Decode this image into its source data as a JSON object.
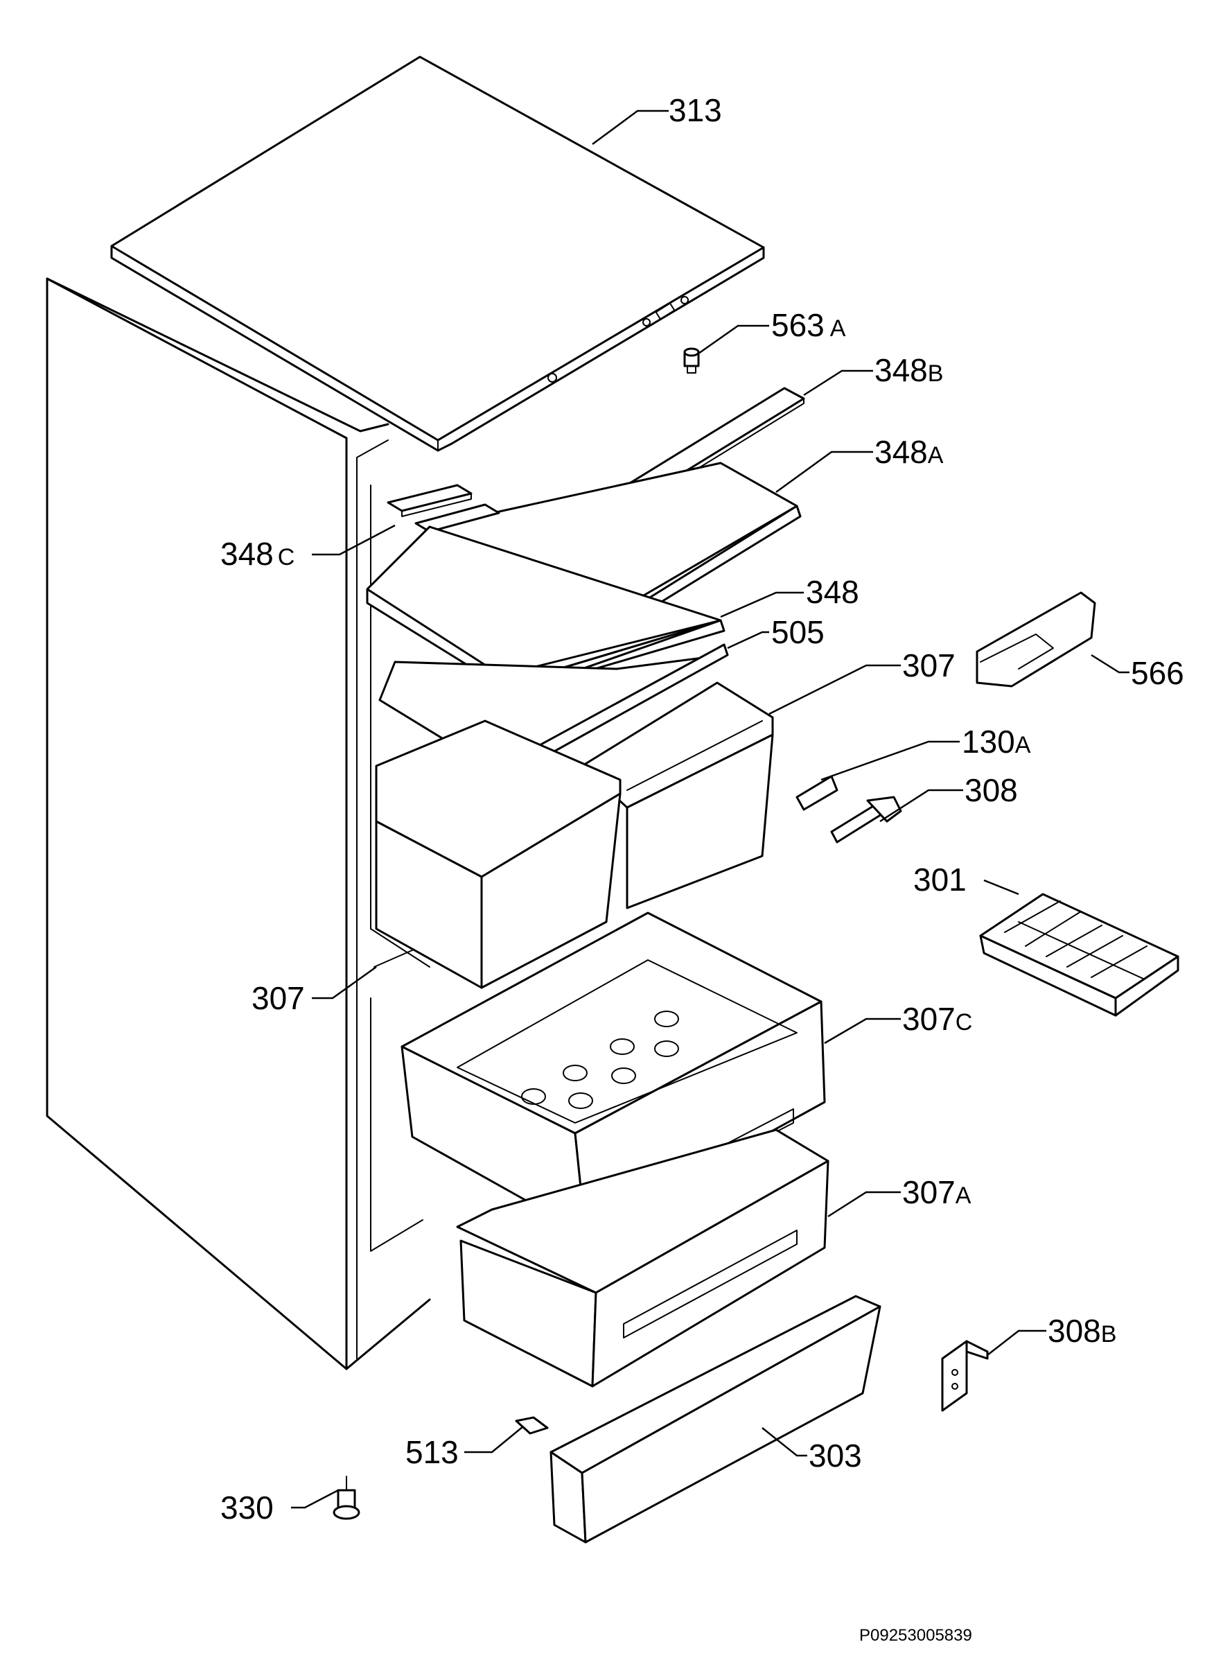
{
  "callouts": [
    {
      "id": "313",
      "num": "313",
      "suffix": ""
    },
    {
      "id": "563A",
      "num": "563",
      "suffix": "A"
    },
    {
      "id": "348B",
      "num": "348",
      "suffix": "B"
    },
    {
      "id": "348A",
      "num": "348",
      "suffix": "A"
    },
    {
      "id": "348C",
      "num": "348",
      "suffix": "C"
    },
    {
      "id": "348",
      "num": "348",
      "suffix": ""
    },
    {
      "id": "505",
      "num": "505",
      "suffix": ""
    },
    {
      "id": "566",
      "num": "566",
      "suffix": ""
    },
    {
      "id": "307-right",
      "num": "307",
      "suffix": ""
    },
    {
      "id": "130A",
      "num": "130",
      "suffix": "A"
    },
    {
      "id": "308",
      "num": "308",
      "suffix": ""
    },
    {
      "id": "301",
      "num": "301",
      "suffix": ""
    },
    {
      "id": "307-left",
      "num": "307",
      "suffix": ""
    },
    {
      "id": "307C",
      "num": "307",
      "suffix": "C"
    },
    {
      "id": "307A",
      "num": "307",
      "suffix": "A"
    },
    {
      "id": "308B",
      "num": "308",
      "suffix": "B"
    },
    {
      "id": "513",
      "num": "513",
      "suffix": ""
    },
    {
      "id": "303",
      "num": "303",
      "suffix": ""
    },
    {
      "id": "330",
      "num": "330",
      "suffix": ""
    }
  ],
  "document_id": "P09253005839"
}
